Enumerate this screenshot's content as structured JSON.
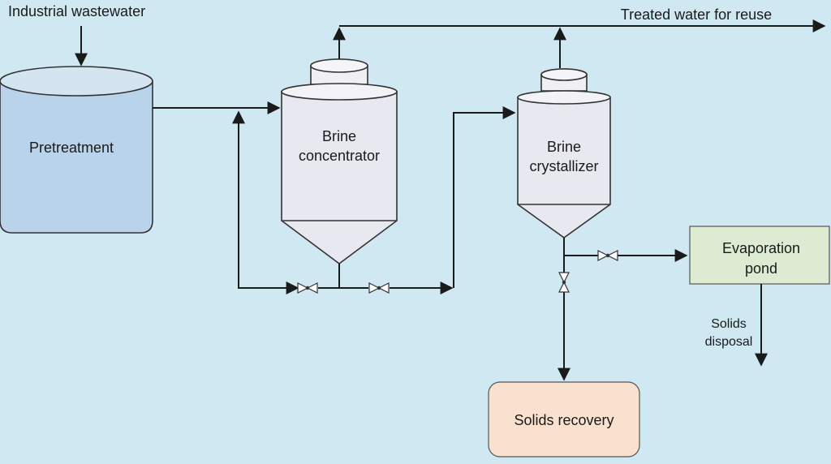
{
  "diagram": {
    "labels": {
      "input": "Industrial wastewater",
      "output": "Treated water for reuse",
      "pretreatment": "Pretreatment",
      "concentrator_line1": "Brine",
      "concentrator_line2": "concentrator",
      "crystallizer_line1": "Brine",
      "crystallizer_line2": "crystallizer",
      "evap_line1": "Evaporation",
      "evap_line2": "pond",
      "solids_disposal_line1": "Solids",
      "solids_disposal_line2": "disposal",
      "solids_recovery": "Solids recovery"
    },
    "colors": {
      "background": "#cfe8f2",
      "pretreatment_fill": "#b9d3ea",
      "vessel_fill": "#e8e9f0",
      "evap_pond_fill": "#dcebd1",
      "solids_recovery_fill": "#f8e2cf",
      "line": "#1a1a1a"
    }
  }
}
